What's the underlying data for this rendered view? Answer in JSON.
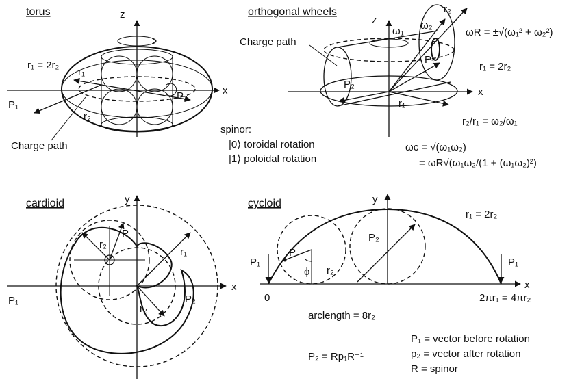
{
  "panels": {
    "torus": {
      "title": "torus",
      "z": "z",
      "x": "x",
      "r1_eq": "r₁ = 2r₂",
      "r1": "r₁",
      "r2": "r₂",
      "p1": "P₁",
      "p2": "P₂",
      "charge_path": "Charge path"
    },
    "spinor": {
      "heading": "spinor:",
      "line0": "|0⟩ toroidal rotation",
      "line1": "|1⟩ poloidal rotation"
    },
    "wheels": {
      "title": "orthogonal wheels",
      "z": "z",
      "x": "x",
      "omega1": "ω₁",
      "omega2": "ω₂",
      "r2": "r₂",
      "r1": "r₁",
      "p1": "P₁",
      "p2": "P₂",
      "charge_path": "Charge path",
      "omegaR_eq": "ωR = ±√(ω₁² + ω₂²)",
      "r1_eq": "r₁ = 2r₂",
      "ratio_eq": "r₂/r₁ = ω₂/ω₁",
      "omegac_eq1": "ωc = √(ω₁ω₂)",
      "omegac_eq2": "= ωR√(ω₁ω₂/(1 + (ω₁ω₂)²)"
    },
    "cardioid": {
      "title": "cardioid",
      "y": "y",
      "x": "x",
      "p1": "P₁",
      "p2": "P₂",
      "p": "P",
      "r1": "r₁",
      "r2a": "r₂",
      "r2b": "r₂"
    },
    "cycloid": {
      "title": "cycloid",
      "y": "y",
      "x": "x",
      "r1_eq": "r₁ = 2r₂",
      "p": "P",
      "p1a": "P₁",
      "p1b": "P₁",
      "p2": "P₂",
      "r2": "r₂",
      "phi": "ϕ",
      "origin": "0",
      "end": "2πr₁ = 4πr₂",
      "arclength": "arclength = 8r₂",
      "p2_eq": "P₂ = Rp₁R⁻¹",
      "legend1": "P₁ = vector before rotation",
      "legend2": "p₂ = vector after rotation",
      "legend3": "R = spinor"
    }
  }
}
